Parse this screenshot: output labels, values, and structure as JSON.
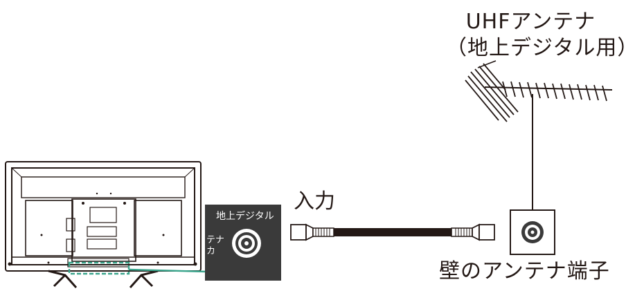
{
  "antenna": {
    "title_line1": "UHFアンテナ",
    "title_line2": "（地上デジタル用）"
  },
  "cable": {
    "label": "入力"
  },
  "wall_outlet": {
    "label": "壁のアンテナ端子"
  },
  "tv_panel": {
    "label": "地上デジタル",
    "antenna_label_line1": "テナ",
    "antenna_label_line2": "カ"
  },
  "colors": {
    "ink": "#231815",
    "panel": "#3a3a3a",
    "highlight": "#3aa58c"
  }
}
